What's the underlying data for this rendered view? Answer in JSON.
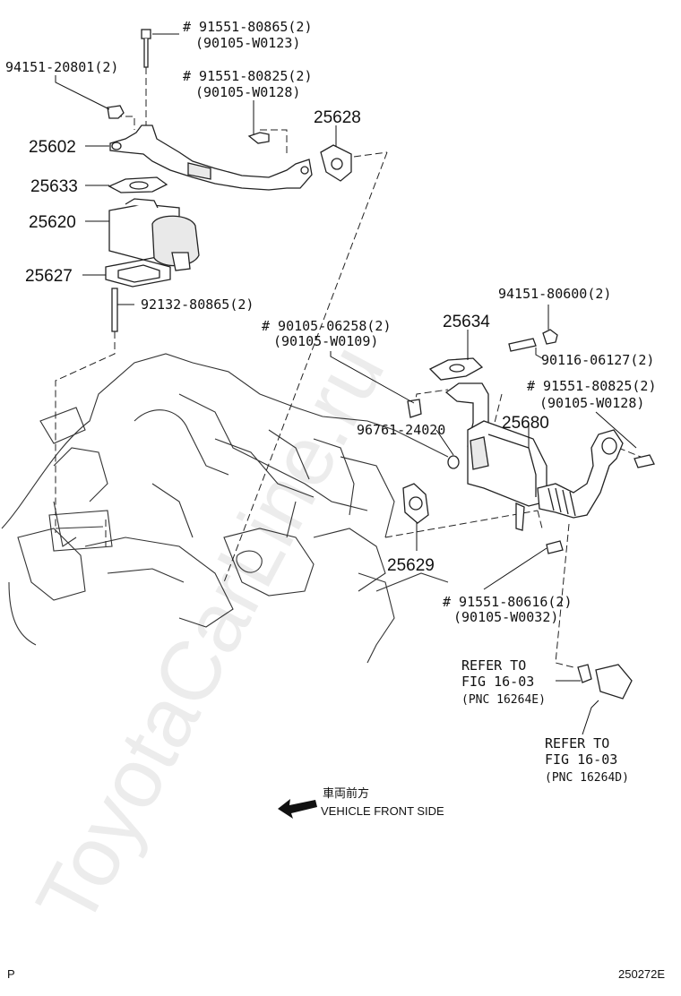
{
  "labels": {
    "bolt_top": "# 91551-80865(2)",
    "bolt_top_alt": "(90105-W0123)",
    "nut_left": "94151-20801(2)",
    "bolt_mid": "# 91551-80825(2)",
    "bolt_mid_alt": "(90105-W0128)",
    "stud": "92132-80865(2)",
    "bolt_center": "# 90105-06258(2)",
    "bolt_center_alt": "(90105-W0109)",
    "nut_right": "94151-80600(2)",
    "stud_right": "90116-06127(2)",
    "bolt_right": "# 91551-80825(2)",
    "bolt_right_alt": "(90105-W0128)",
    "oring": "96761-24020",
    "bolt_bottom": "# 91551-80616(2)",
    "bolt_bottom_alt": "(90105-W0032)"
  },
  "part_numbers": {
    "p25602": "25602",
    "p25633": "25633",
    "p25620": "25620",
    "p25627": "25627",
    "p25628": "25628",
    "p25634": "25634",
    "p25680": "25680",
    "p25629": "25629"
  },
  "refer_1": {
    "line1": "REFER TO",
    "line2": "FIG 16-03",
    "line3": "(PNC 16264E)"
  },
  "refer_2": {
    "line1": "REFER TO",
    "line2": "FIG 16-03",
    "line3": "(PNC 16264D)"
  },
  "direction": {
    "jp": "車両前方",
    "en": "VEHICLE FRONT SIDE"
  },
  "watermark": "ToyotaCarLine.ru",
  "footer": {
    "left": "P",
    "right": "250272E"
  }
}
